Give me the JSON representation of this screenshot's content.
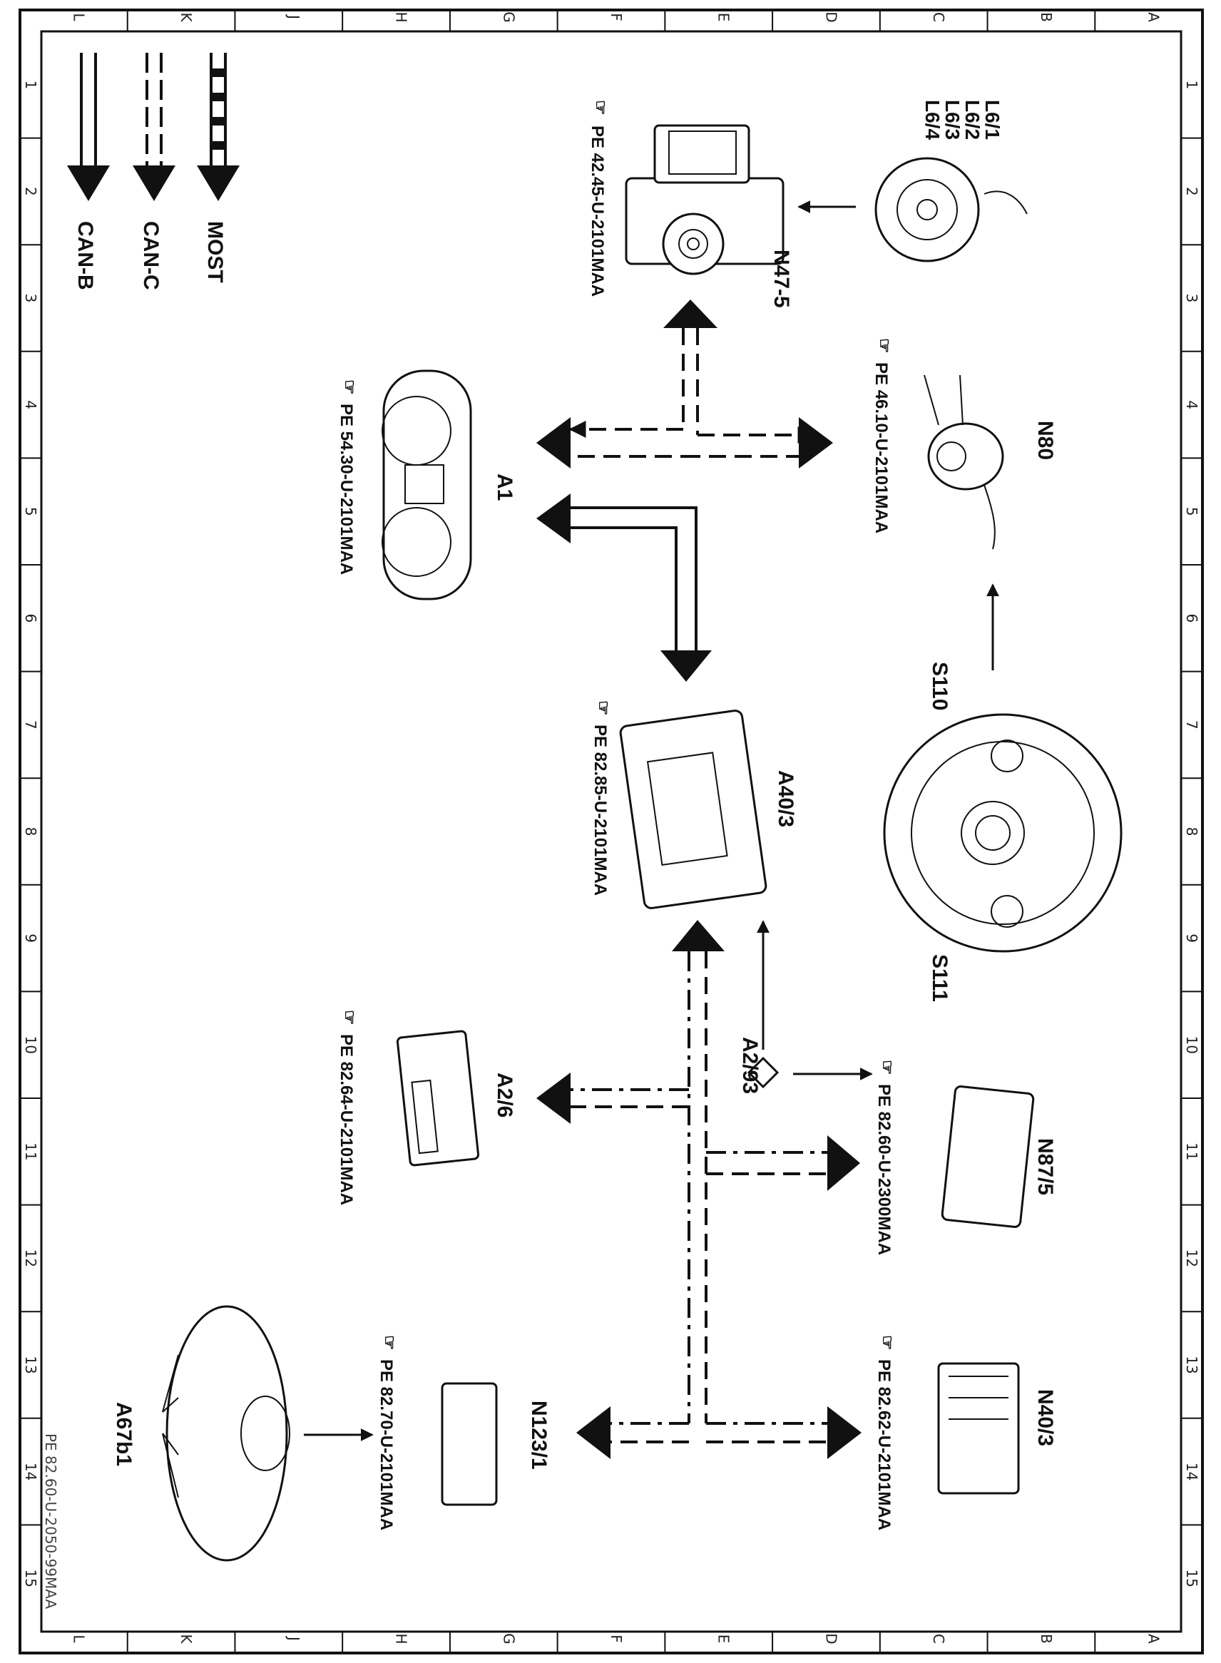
{
  "grid": {
    "cols": [
      "A",
      "B",
      "C",
      "D",
      "E",
      "F",
      "G",
      "H",
      "J",
      "K",
      "L"
    ],
    "rows": [
      "1",
      "2",
      "3",
      "4",
      "5",
      "6",
      "7",
      "8",
      "9",
      "10",
      "11",
      "12",
      "13",
      "14",
      "15"
    ]
  },
  "legend": [
    {
      "label": "MOST",
      "style": "most"
    },
    {
      "label": "CAN-C",
      "style": "can-c"
    },
    {
      "label": "CAN-B",
      "style": "can-b"
    }
  ],
  "components": {
    "n47_5": {
      "label": "N47-5",
      "ref": "PE 42.45-U-2101MAA"
    },
    "l6": {
      "labels": [
        "L6/1",
        "L6/2",
        "L6/3",
        "L6/4"
      ]
    },
    "n80": {
      "label": "N80",
      "ref": "PE 46.10-U-2101MAA"
    },
    "a1": {
      "label": "A1",
      "ref": "PE 54.30-U-2101MAA"
    },
    "s110": {
      "label": "S110"
    },
    "s111": {
      "label": "S111"
    },
    "a40_3": {
      "label": "A40/3",
      "ref": "PE 82.85-U-2101MAA"
    },
    "a2_93": {
      "label": "A2/93"
    },
    "a2_6": {
      "label": "A2/6",
      "ref": "PE 82.64-U-2101MAA"
    },
    "n87_5": {
      "label": "N87/5",
      "ref": "PE 82.60-U-2300MAA"
    },
    "n123_1": {
      "label": "N123/1",
      "ref": "PE 82.70-U-2101MAA"
    },
    "n40_3": {
      "label": "N40/3",
      "ref": "PE 82.62-U-2101MAA"
    },
    "a67b1": {
      "label": "A67b1"
    }
  },
  "footer": {
    "code": "PE 82.60-U-2050-99MAA"
  },
  "colors": {
    "ink": "#111111",
    "paper": "#ffffff"
  }
}
